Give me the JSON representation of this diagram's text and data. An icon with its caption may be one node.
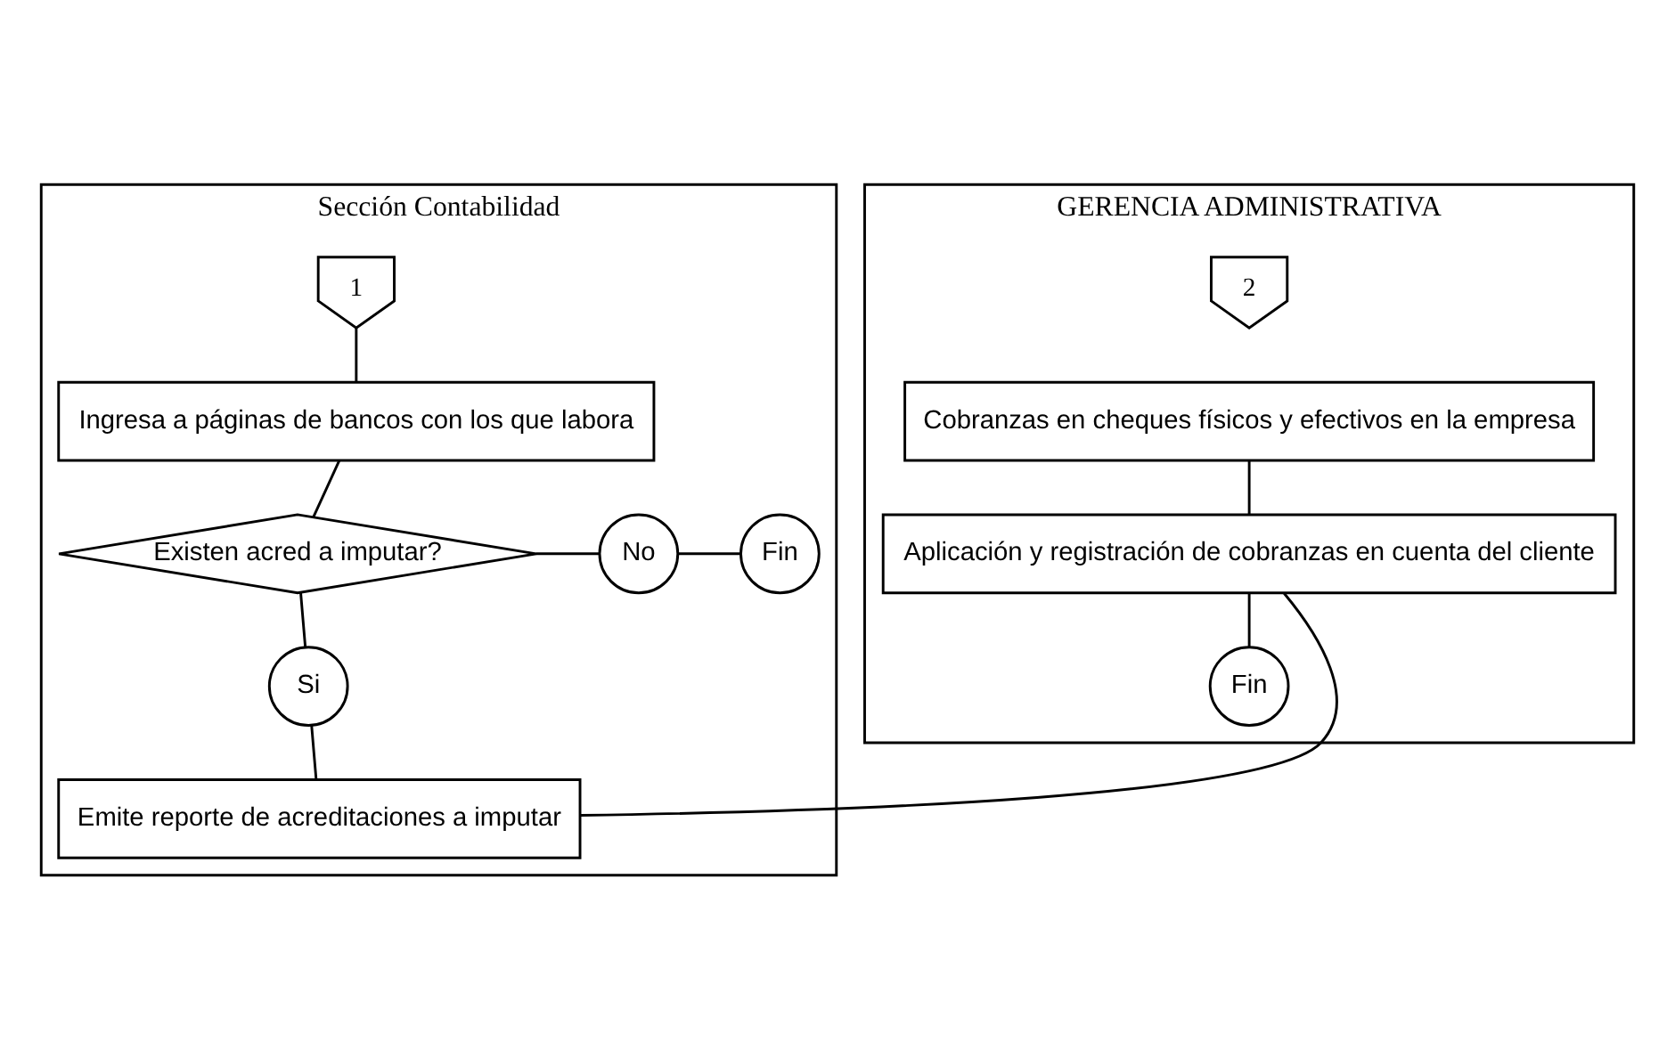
{
  "diagram": {
    "nodes": [
      {
        "text": [
          "Sección Contabilidad"
        ]
      },
      {
        "text": [
          "GERENCIA ADMINISTRATIVA"
        ]
      },
      {
        "text": [
          "1"
        ],
        "in": 0
      },
      {
        "text": [
          "Ingresa a páginas de bancos con los que labora"
        ],
        "in": 0
      },
      {
        "text": [
          "Existen acred a imputar?"
        ],
        "in": 0
      },
      {
        "text": [
          "No"
        ],
        "in": 0
      },
      {
        "text": [
          "Fin"
        ],
        "in": 0
      },
      {
        "text": [
          "Si"
        ],
        "in": 0
      },
      {
        "text": [
          "Emite reporte de acreditaciones a imputar"
        ],
        "in": 0
      },
      {
        "text": [
          "2"
        ],
        "in": 1
      },
      {
        "text": [
          "Cobranzas en cheques físicos y efectivos en la empresa"
        ],
        "in": 1
      },
      {
        "text": [
          "Aplicación y registración de cobranzas en cuenta del cliente"
        ],
        "in": 1
      },
      {
        "text": [
          "Fin"
        ],
        "in": 1
      }
    ],
    "edges": [
      {
        "from": 2,
        "to": 3,
        "arrow": "none"
      },
      {
        "from": 3,
        "to": 4,
        "arrow": "none"
      },
      {
        "from": 4,
        "to": 5,
        "arrow": "none"
      },
      {
        "from": 5,
        "to": 6,
        "arrow": "none"
      },
      {
        "from": 4,
        "to": 7,
        "arrow": "none"
      },
      {
        "from": 7,
        "to": 8,
        "arrow": "none"
      },
      {
        "from": 8,
        "to": 11,
        "arrow": "none"
      },
      {
        "from": 10,
        "to": 11,
        "arrow": "none"
      },
      {
        "from": 11,
        "to": 12,
        "arrow": "none"
      }
    ]
  }
}
